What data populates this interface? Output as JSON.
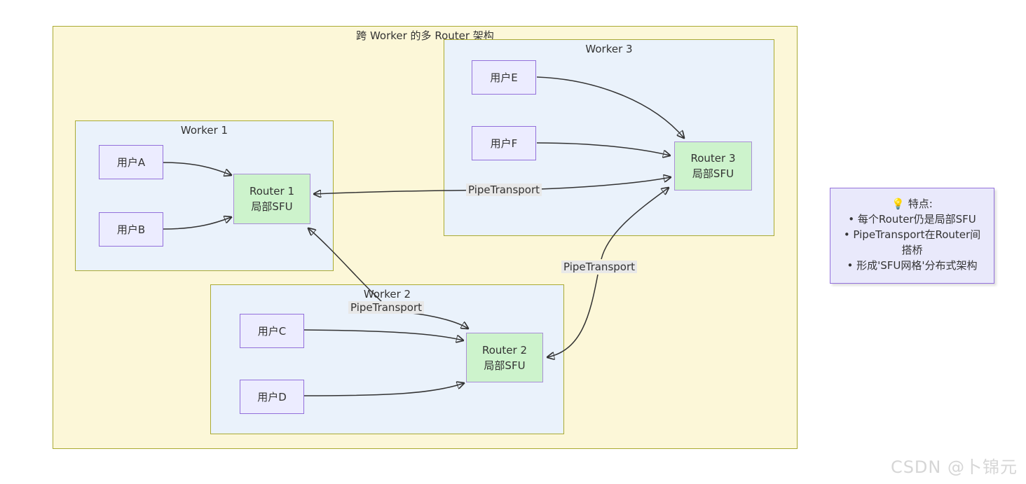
{
  "diagram_title": "跨 Worker 的多 Router 架构",
  "workers": {
    "worker1": {
      "title": "Worker 1",
      "user_a": "用户A",
      "user_b": "用户B",
      "router": {
        "name": "Router 1",
        "subtitle": "局部SFU"
      }
    },
    "worker2": {
      "title": "Worker 2",
      "user_c": "用户C",
      "user_d": "用户D",
      "router": {
        "name": "Router 2",
        "subtitle": "局部SFU"
      }
    },
    "worker3": {
      "title": "Worker 3",
      "user_e": "用户E",
      "user_f": "用户F",
      "router": {
        "name": "Router 3",
        "subtitle": "局部SFU"
      }
    }
  },
  "edge_labels": {
    "r3_r1": "PipeTransport",
    "r1_r2": "PipeTransport",
    "r2_r3": "PipeTransport"
  },
  "note": {
    "icon": "💡",
    "heading": "特点:",
    "bullets": [
      "• 每个Router仍是局部SFU",
      "• PipeTransport在Router间搭桥",
      "• 形成'SFU网格'分布式架构"
    ]
  },
  "watermark": "CSDN @卜锦元",
  "colors": {
    "cluster_fill": "#fcf7d8",
    "cluster_border": "#aaaa33",
    "worker_fill": "#eaf2fb",
    "user_fill": "#ececff",
    "user_border": "#9370db",
    "router_fill": "#cdf3cc",
    "router_border": "#a98fd6",
    "edge_label_bg": "#e8e8e8",
    "note_fill": "#e9e9fb",
    "note_border": "#9370db",
    "edge_color": "#333333",
    "text_color": "#333333",
    "watermark_color": "#d6d6d6"
  }
}
